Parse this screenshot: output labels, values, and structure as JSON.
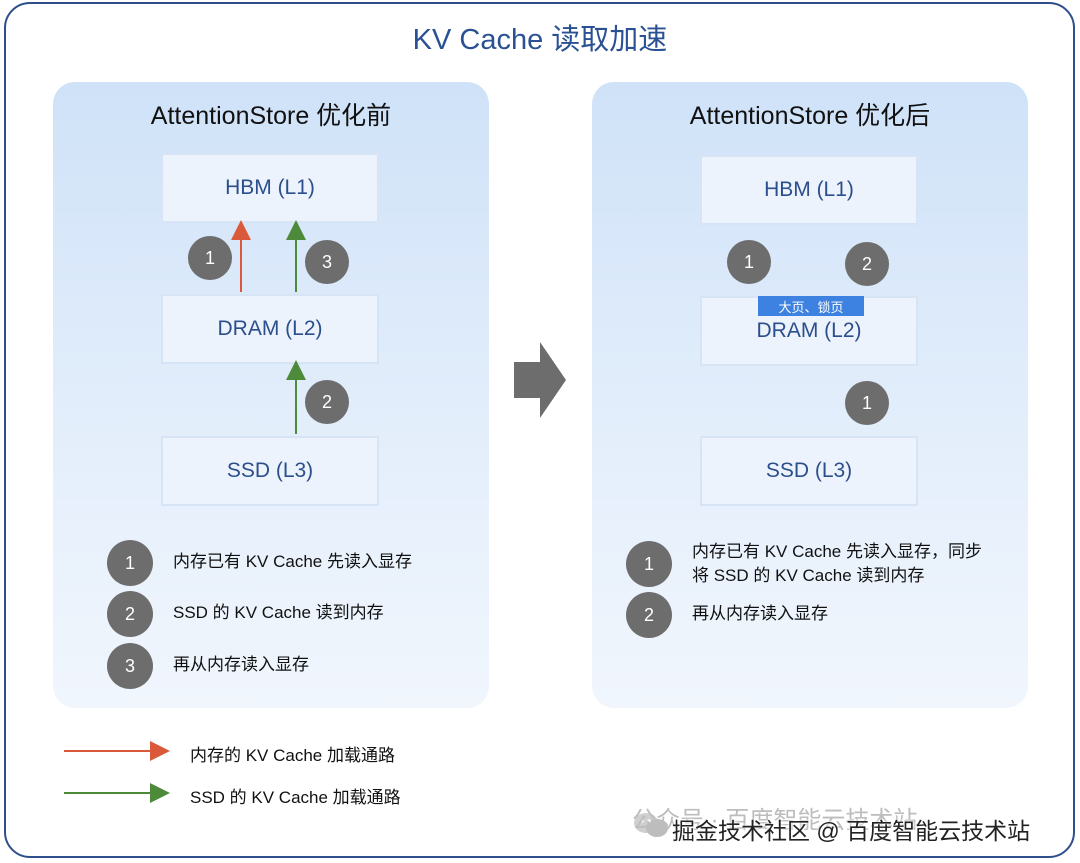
{
  "title": "KV Cache 读取加速",
  "colors": {
    "memory_path": "#d9593a",
    "ssd_path": "#4d8a3a",
    "circle": "#6d6d6d",
    "title": "#2a5193",
    "chip": "#3d82e0"
  },
  "left_panel": {
    "title": "AttentionStore 优化前",
    "hbm": "HBM (L1)",
    "dram": "DRAM (L2)",
    "ssd": "SSD (L3)",
    "badges": [
      "1",
      "3",
      "2"
    ],
    "notes": [
      {
        "num": "1",
        "text": "内存已有 KV Cache 先读入显存"
      },
      {
        "num": "2",
        "text": "SSD 的 KV Cache 读到内存"
      },
      {
        "num": "3",
        "text": "再从内存读入显存"
      }
    ]
  },
  "right_panel": {
    "title": "AttentionStore 优化后",
    "hbm": "HBM (L1)",
    "dram": "DRAM (L2)",
    "ssd": "SSD (L3)",
    "chip": "大页、锁页",
    "badges": [
      "1",
      "2",
      "1"
    ],
    "notes": [
      {
        "num": "1",
        "line1": "内存已有 KV Cache 先读入显存，同步",
        "line2": "将 SSD 的 KV Cache 读到内存"
      },
      {
        "num": "2",
        "text": "再从内存读入显存"
      }
    ]
  },
  "legend": {
    "memory_path": "内存的 KV Cache 加载通路",
    "ssd_path": "SSD 的 KV Cache 加载通路"
  },
  "watermark": {
    "faint": "公众号 · 百度智能云技术站",
    "text": "掘金技术社区 @ 百度智能云技术站"
  }
}
